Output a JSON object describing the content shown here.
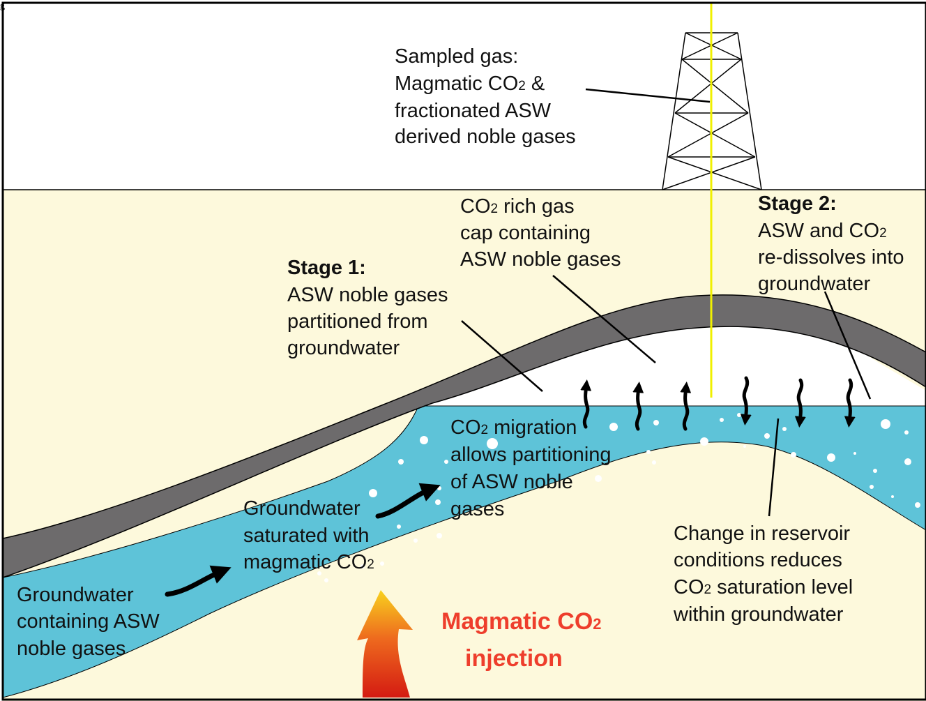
{
  "figure": {
    "caption_fragment": "g"
  },
  "labels": {
    "sampled_gas": {
      "line1": "Sampled gas:",
      "line2_pre": "Magmatic CO",
      "line2_sub": "2",
      "line2_post": " &",
      "line3": "fractionated ASW",
      "line4": "derived noble gases"
    },
    "gas_cap": {
      "line1_pre": "CO",
      "line1_sub": "2",
      "line1_post": " rich gas",
      "line2": "cap containing",
      "line3": "ASW noble gases"
    },
    "stage2": {
      "title": "Stage 2:",
      "line1_pre": "ASW and CO",
      "line1_sub": "2",
      "line2": "re-dissolves into",
      "line3": "groundwater"
    },
    "stage1": {
      "title": "Stage 1:",
      "line1": "ASW noble gases",
      "line2": "partitioned from",
      "line3": "groundwater"
    },
    "migration": {
      "line1_pre": "CO",
      "line1_sub": "2",
      "line1_post": " migration",
      "line2": "allows partitioning",
      "line3": "of ASW noble",
      "line4": "gases"
    },
    "saturated": {
      "line1": "Groundwater",
      "line2": "saturated with",
      "line3_pre": "magmatic CO",
      "line3_sub": "2"
    },
    "containing": {
      "line1": "Groundwater",
      "line2": "containing ASW",
      "line3": "noble gases"
    },
    "change": {
      "line1": "Change in reservoir",
      "line2": "conditions reduces",
      "line3_pre": "CO",
      "line3_sub": "2",
      "line3_post": " saturation level",
      "line4": "within groundwater"
    },
    "injection": {
      "line1_pre": "Magmatic CO",
      "line1_sub": "2",
      "line2": "injection"
    }
  },
  "colors": {
    "sky": "#ffffff",
    "ground": "#fdf9dc",
    "caprock": "#6d6b6c",
    "water": "#5ec3d8",
    "well": "#f0f000",
    "arrow": "#000000",
    "injection_text": "#ee3e2c"
  },
  "icons": {
    "derrick": "drilling-rig-icon",
    "injection_arrow": "curved-flame-arrow-icon",
    "bubble": "gas-bubble-icon"
  }
}
